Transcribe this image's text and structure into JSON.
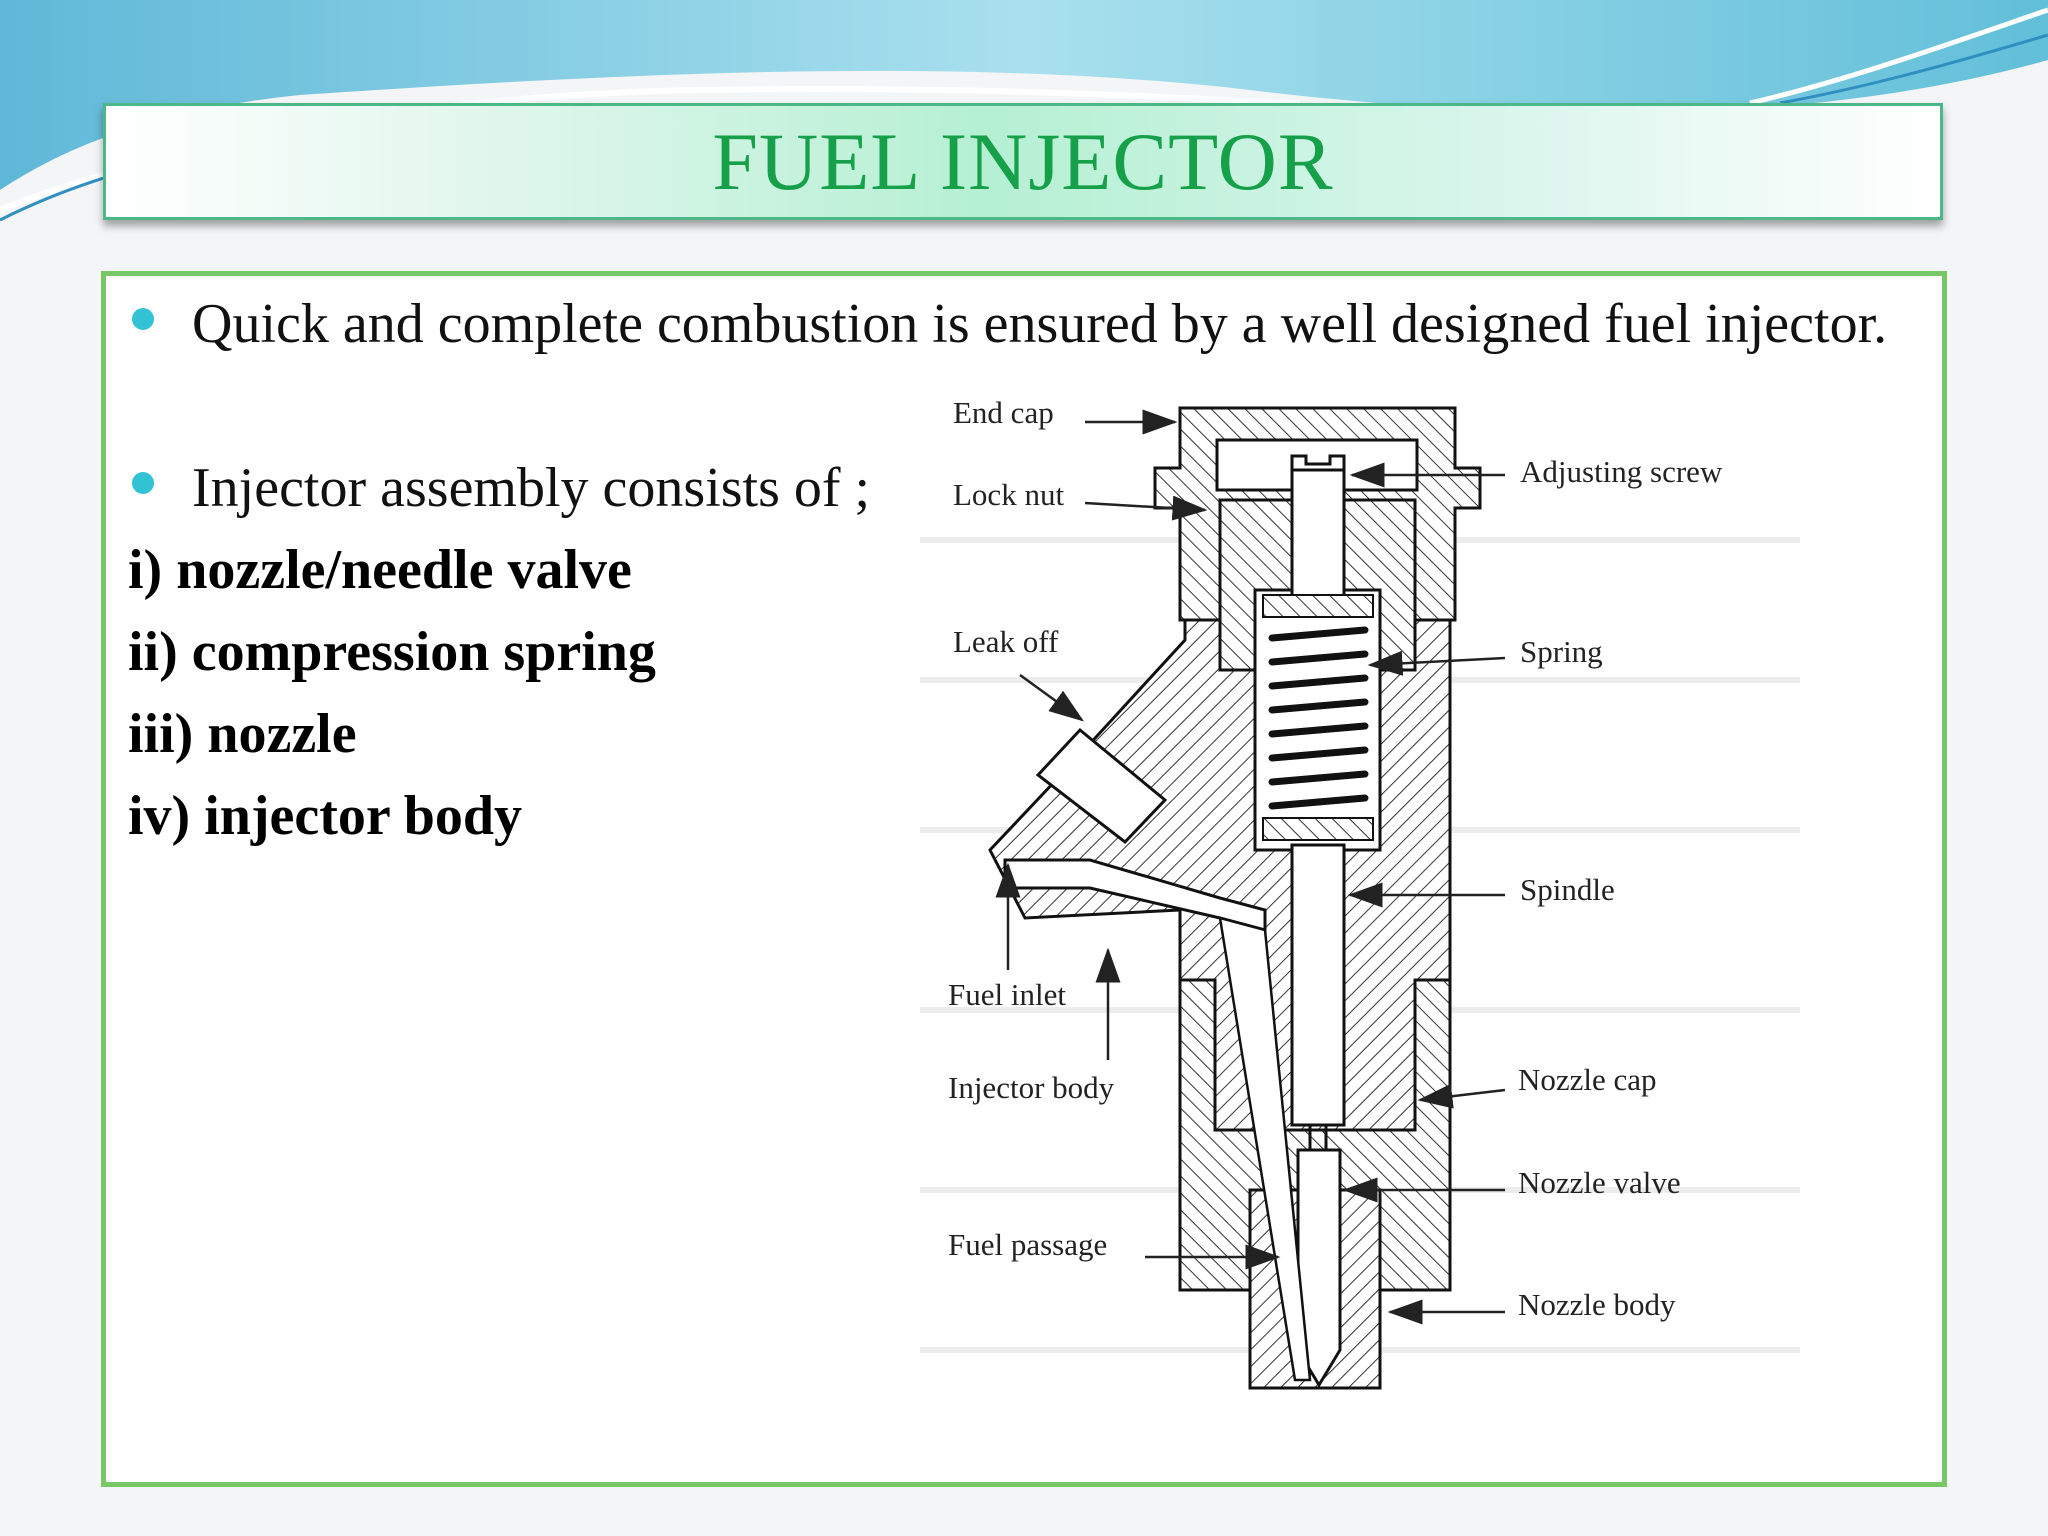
{
  "slide": {
    "title": "FUEL INJECTOR",
    "bullets": [
      "Quick and complete combustion is ensured by a well designed fuel injector.",
      "Injector assembly consists of ;"
    ],
    "components": [
      "i) nozzle/needle valve",
      "ii) compression spring",
      "iii) nozzle",
      "iv) injector body"
    ]
  },
  "diagram": {
    "labels": {
      "end_cap": "End cap",
      "adjusting_screw": "Adjusting screw",
      "lock_nut": "Lock nut",
      "leak_off": "Leak off",
      "spring": "Spring",
      "spindle": "Spindle",
      "fuel_inlet": "Fuel inlet",
      "injector_body": "Injector body",
      "nozzle_cap": "Nozzle cap",
      "nozzle_valve": "Nozzle valve",
      "fuel_passage": "Fuel passage",
      "nozzle_body": "Nozzle body"
    }
  },
  "colors": {
    "title_text": "#16a04a",
    "title_border": "#4cb88a",
    "content_border": "#77c766",
    "bullet": "#33c2d4",
    "wave": "#7cc9e0"
  }
}
